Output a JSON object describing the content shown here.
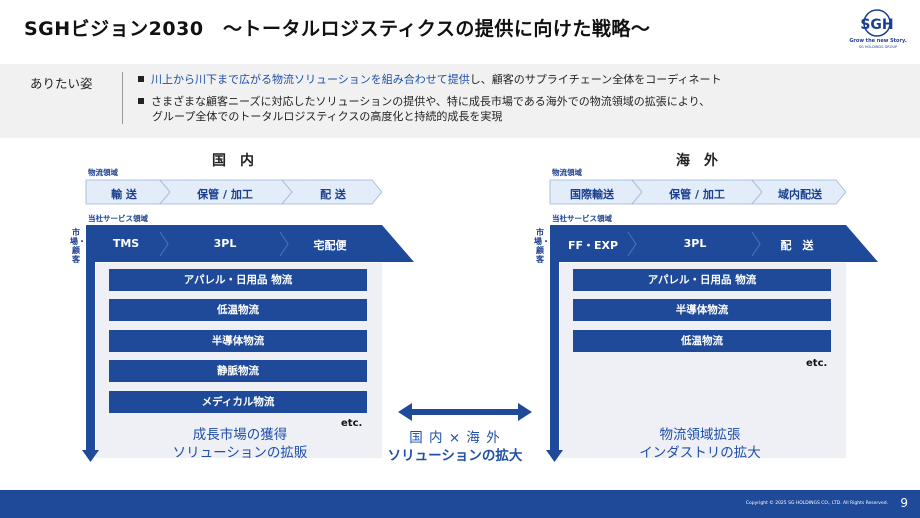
{
  "title": "SGHビジョン2030　～トータルロジスティクスの提供に向けた戦略～",
  "logo": {
    "mark": "SGH",
    "tagline": "Grow the new Story.",
    "subline": "SG HOLDINGS GROUP"
  },
  "aspiration": {
    "label": "ありたい姿",
    "bullet1_highlight": "川上から川下まで広がる物流ソリューションを組み合わせて提供",
    "bullet1_rest": "し、顧客のサプライチェーン全体をコーディネート",
    "bullet2_line1": "さまざまな顧客ニーズに対応したソリューションの提供や、特に成長市場である海外での物流領域の拡張により、",
    "bullet2_line2": "グループ全体でのトータルロジスティクスの高度化と持続的成長を実現"
  },
  "domestic": {
    "title": "国内",
    "logistics_domain_label": "物流領域",
    "service_domain_label": "当社サービス領域",
    "market_label": "市場・顧客",
    "logistics_steps": [
      "輸 送",
      "保管 / 加工",
      "配 送"
    ],
    "service_steps": [
      "TMS",
      "3PL",
      "宅配便"
    ],
    "industries": [
      "アパレル・日用品 物流",
      "低温物流",
      "半導体物流",
      "静脈物流",
      "メディカル物流"
    ],
    "etc": "etc.",
    "strategy_line1": "成長市場の獲得",
    "strategy_line2": "ソリューションの拡販"
  },
  "overseas": {
    "title": "海外",
    "logistics_domain_label": "物流領域",
    "service_domain_label": "当社サービス領域",
    "market_label": "市場・顧客",
    "logistics_steps": [
      "国際輸送",
      "保管 / 加工",
      "域内配送"
    ],
    "service_steps": [
      "FF・EXP",
      "3PL",
      "配　送"
    ],
    "industries": [
      "アパレル・日用品 物流",
      "半導体物流",
      "低温物流"
    ],
    "etc": "etc.",
    "strategy_line1": "物流領域拡張",
    "strategy_line2": "インダストリの拡大"
  },
  "middle": {
    "line1": "国 内 × 海 外",
    "line2": "ソリューションの拡大"
  },
  "footer": {
    "copyright": "Copyright © 2025 SG HOLDINGS CO., LTD. All Rights Reserved.",
    "page": "9"
  },
  "colors": {
    "navy": "#1f4a99",
    "light_blue": "#e3ecf9",
    "panel": "#eef0f6",
    "highlight": "#1f4fa8"
  }
}
